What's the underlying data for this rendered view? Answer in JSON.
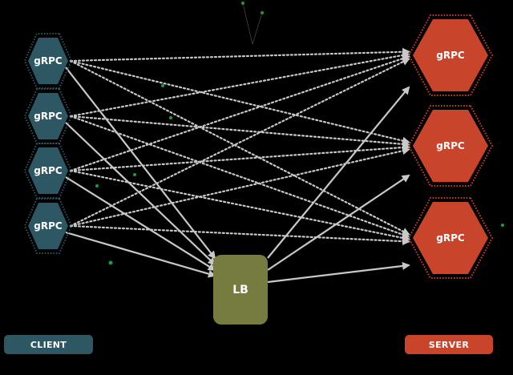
{
  "colors": {
    "background": "#000000",
    "client_fill": "#2d5762",
    "client_border": "#2d5762",
    "server_fill": "#c8442b",
    "server_border": "#c8442b",
    "lb_fill": "#767b40",
    "arrow": "#c8c8c8",
    "dot": "#1e9e3a"
  },
  "clients": [
    {
      "label": "gRPC"
    },
    {
      "label": "gRPC"
    },
    {
      "label": "gRPC"
    },
    {
      "label": "gRPC"
    }
  ],
  "servers": [
    {
      "label": "gRPC"
    },
    {
      "label": "gRPC"
    },
    {
      "label": "gRPC"
    }
  ],
  "load_balancer": {
    "label": "LB"
  },
  "legend": {
    "client": "CLIENT",
    "server": "SERVER"
  }
}
